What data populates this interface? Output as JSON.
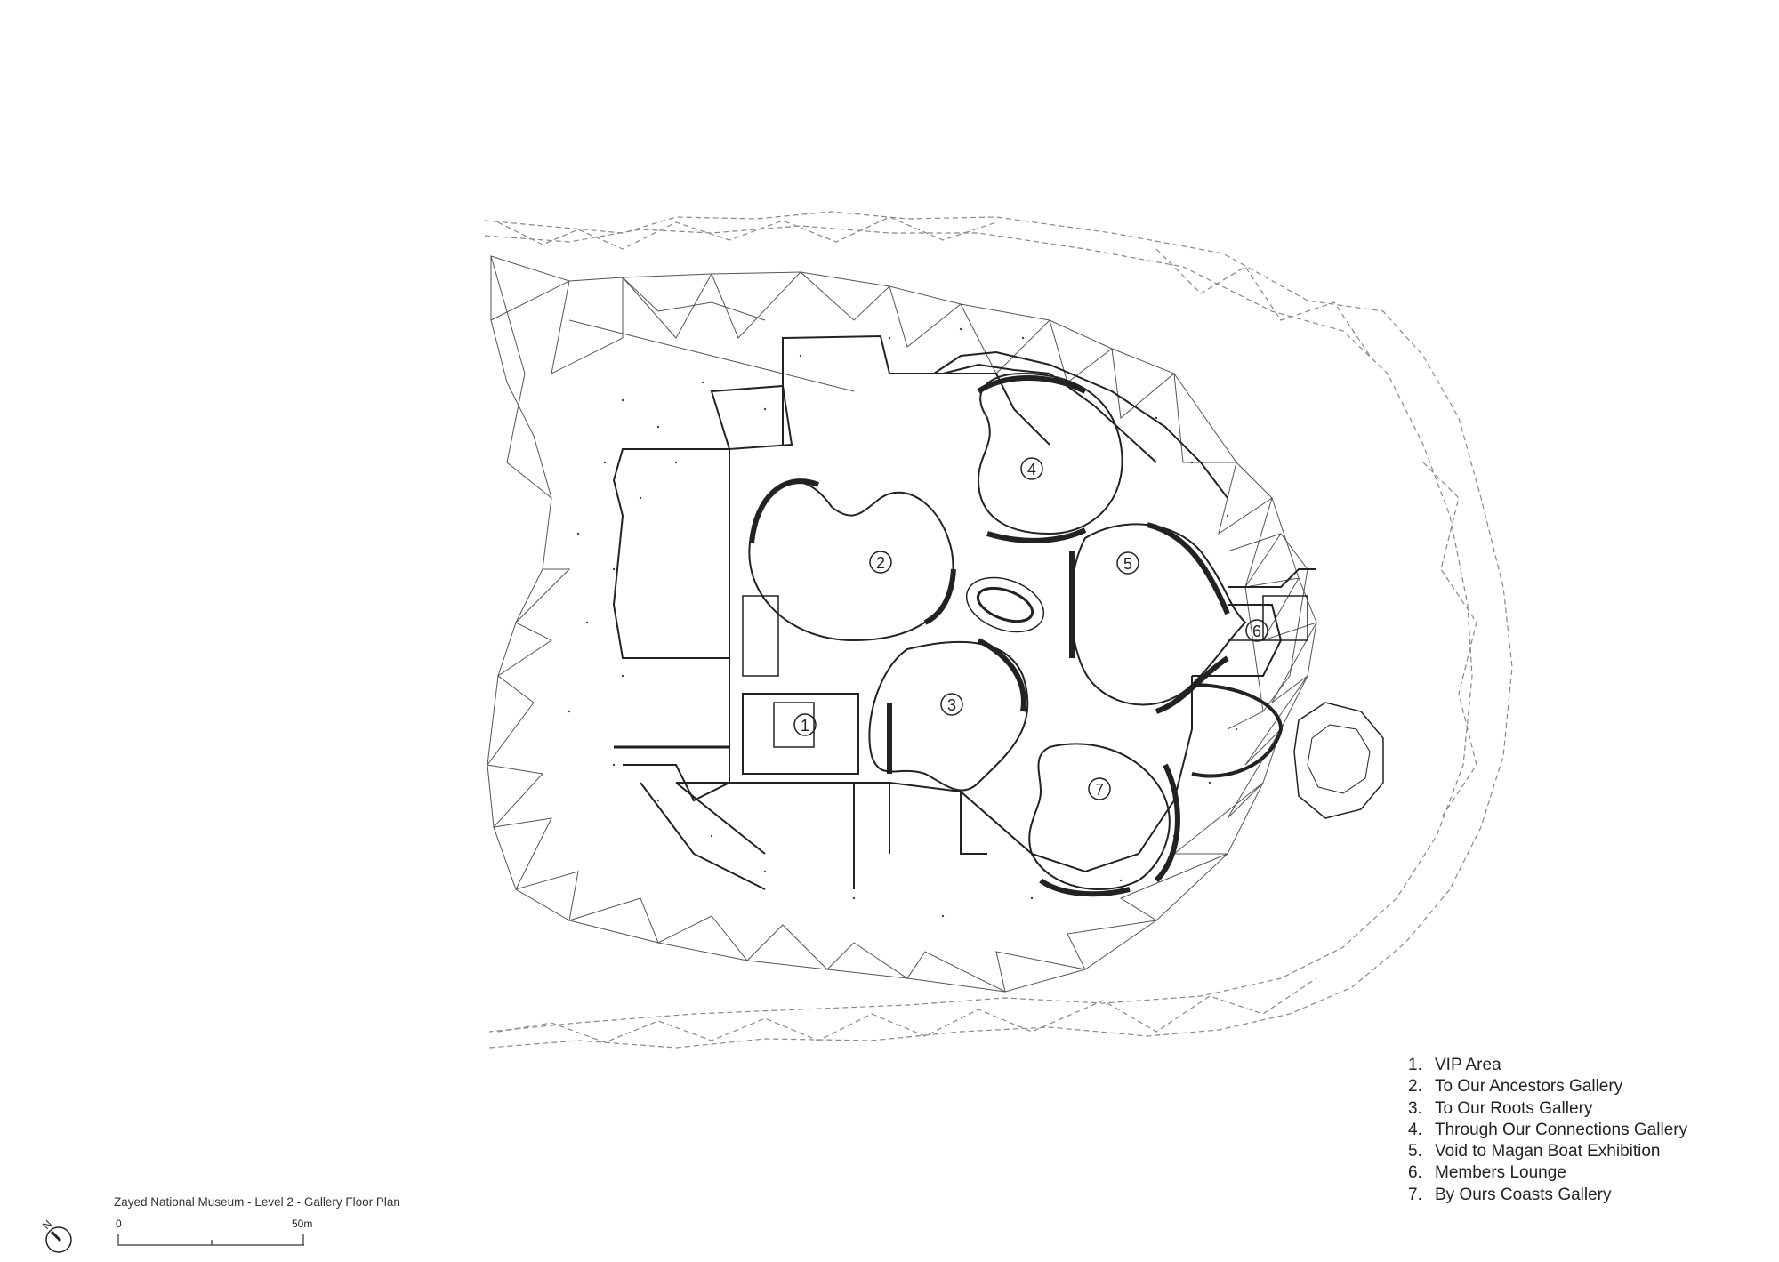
{
  "drawing": {
    "title": "Zayed National Museum - Level 2 - Gallery Floor Plan",
    "scale_bar": {
      "start_label": "0",
      "end_label": "50m"
    },
    "north_arrow": {
      "label": "N",
      "icon": "north-arrow-icon"
    }
  },
  "legend": {
    "items": [
      {
        "num": "1.",
        "label": "VIP Area"
      },
      {
        "num": "2.",
        "label": "To Our Ancestors Gallery"
      },
      {
        "num": "3.",
        "label": "To Our Roots Gallery"
      },
      {
        "num": "4.",
        "label": "Through Our Connections Gallery"
      },
      {
        "num": "5.",
        "label": "Void to Magan Boat Exhibition"
      },
      {
        "num": "6.",
        "label": "Members Lounge"
      },
      {
        "num": "7.",
        "label": "By Ours Coasts Gallery"
      }
    ]
  },
  "plan_markers": [
    {
      "id": "1",
      "label": "1"
    },
    {
      "id": "2",
      "label": "2"
    },
    {
      "id": "3",
      "label": "3"
    },
    {
      "id": "4",
      "label": "4"
    },
    {
      "id": "5",
      "label": "5"
    },
    {
      "id": "6",
      "label": "6"
    },
    {
      "id": "7",
      "label": "7"
    }
  ],
  "colors": {
    "line": "#222222",
    "light_line": "#777777",
    "dashed": "#888888",
    "background": "#ffffff"
  }
}
